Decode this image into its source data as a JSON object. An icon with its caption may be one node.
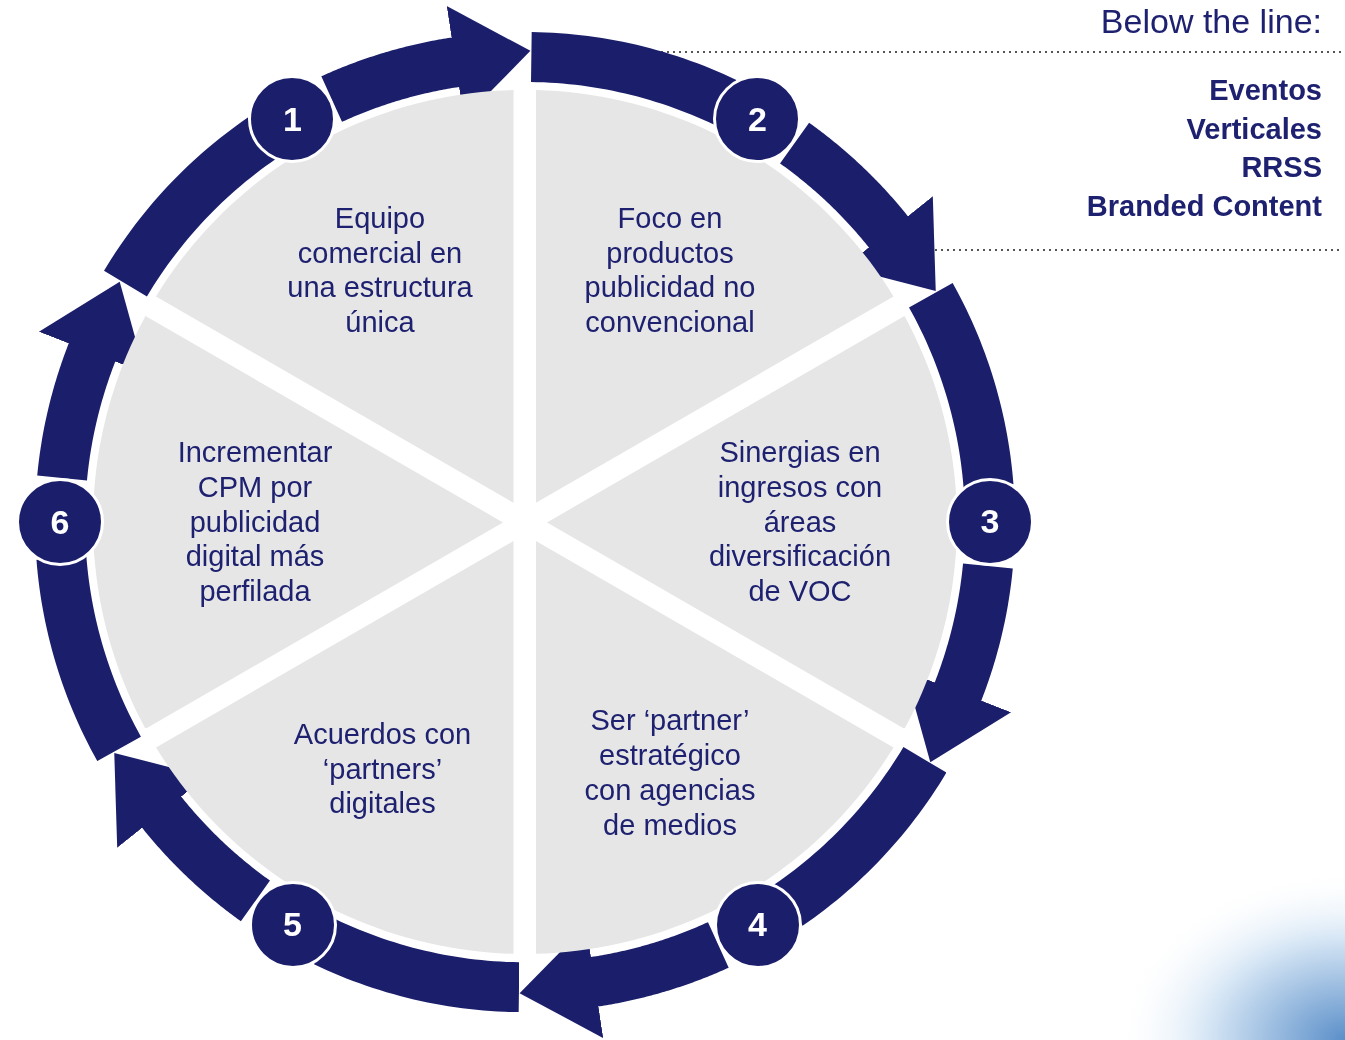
{
  "diagram": {
    "nodes": [
      {
        "text": [
          "Equipo comercial en una estructura única"
        ]
      },
      {
        "text": [
          "Foco en productos publicidad no convencional"
        ]
      },
      {
        "text": [
          "Sinergias en ingresos con áreas diversificación de VOC"
        ]
      },
      {
        "text": [
          "Ser ‘partner’ estratégico con agencias de medios"
        ]
      },
      {
        "text": [
          "Acuerdos con ‘partners’ digitales"
        ]
      },
      {
        "text": [
          "Incrementar CPM por publicidad digital más perfilada"
        ]
      },
      {
        "text": [
          "1"
        ]
      },
      {
        "text": [
          "2"
        ]
      },
      {
        "text": [
          "3"
        ]
      },
      {
        "text": [
          "4"
        ]
      },
      {
        "text": [
          "5"
        ]
      },
      {
        "text": [
          "6"
        ]
      }
    ],
    "edges": [
      {
        "from": 6,
        "to": 7,
        "arrow": "to"
      },
      {
        "from": 7,
        "to": 8,
        "arrow": "to"
      },
      {
        "from": 8,
        "to": 9,
        "arrow": "to"
      },
      {
        "from": 9,
        "to": 10,
        "arrow": "to"
      },
      {
        "from": 10,
        "to": 11,
        "arrow": "to"
      },
      {
        "from": 11,
        "to": 6,
        "arrow": "to"
      }
    ],
    "labels": [
      "Below the line:",
      "Eventos",
      "Verticales",
      "RRSS",
      "Branded Content"
    ]
  }
}
